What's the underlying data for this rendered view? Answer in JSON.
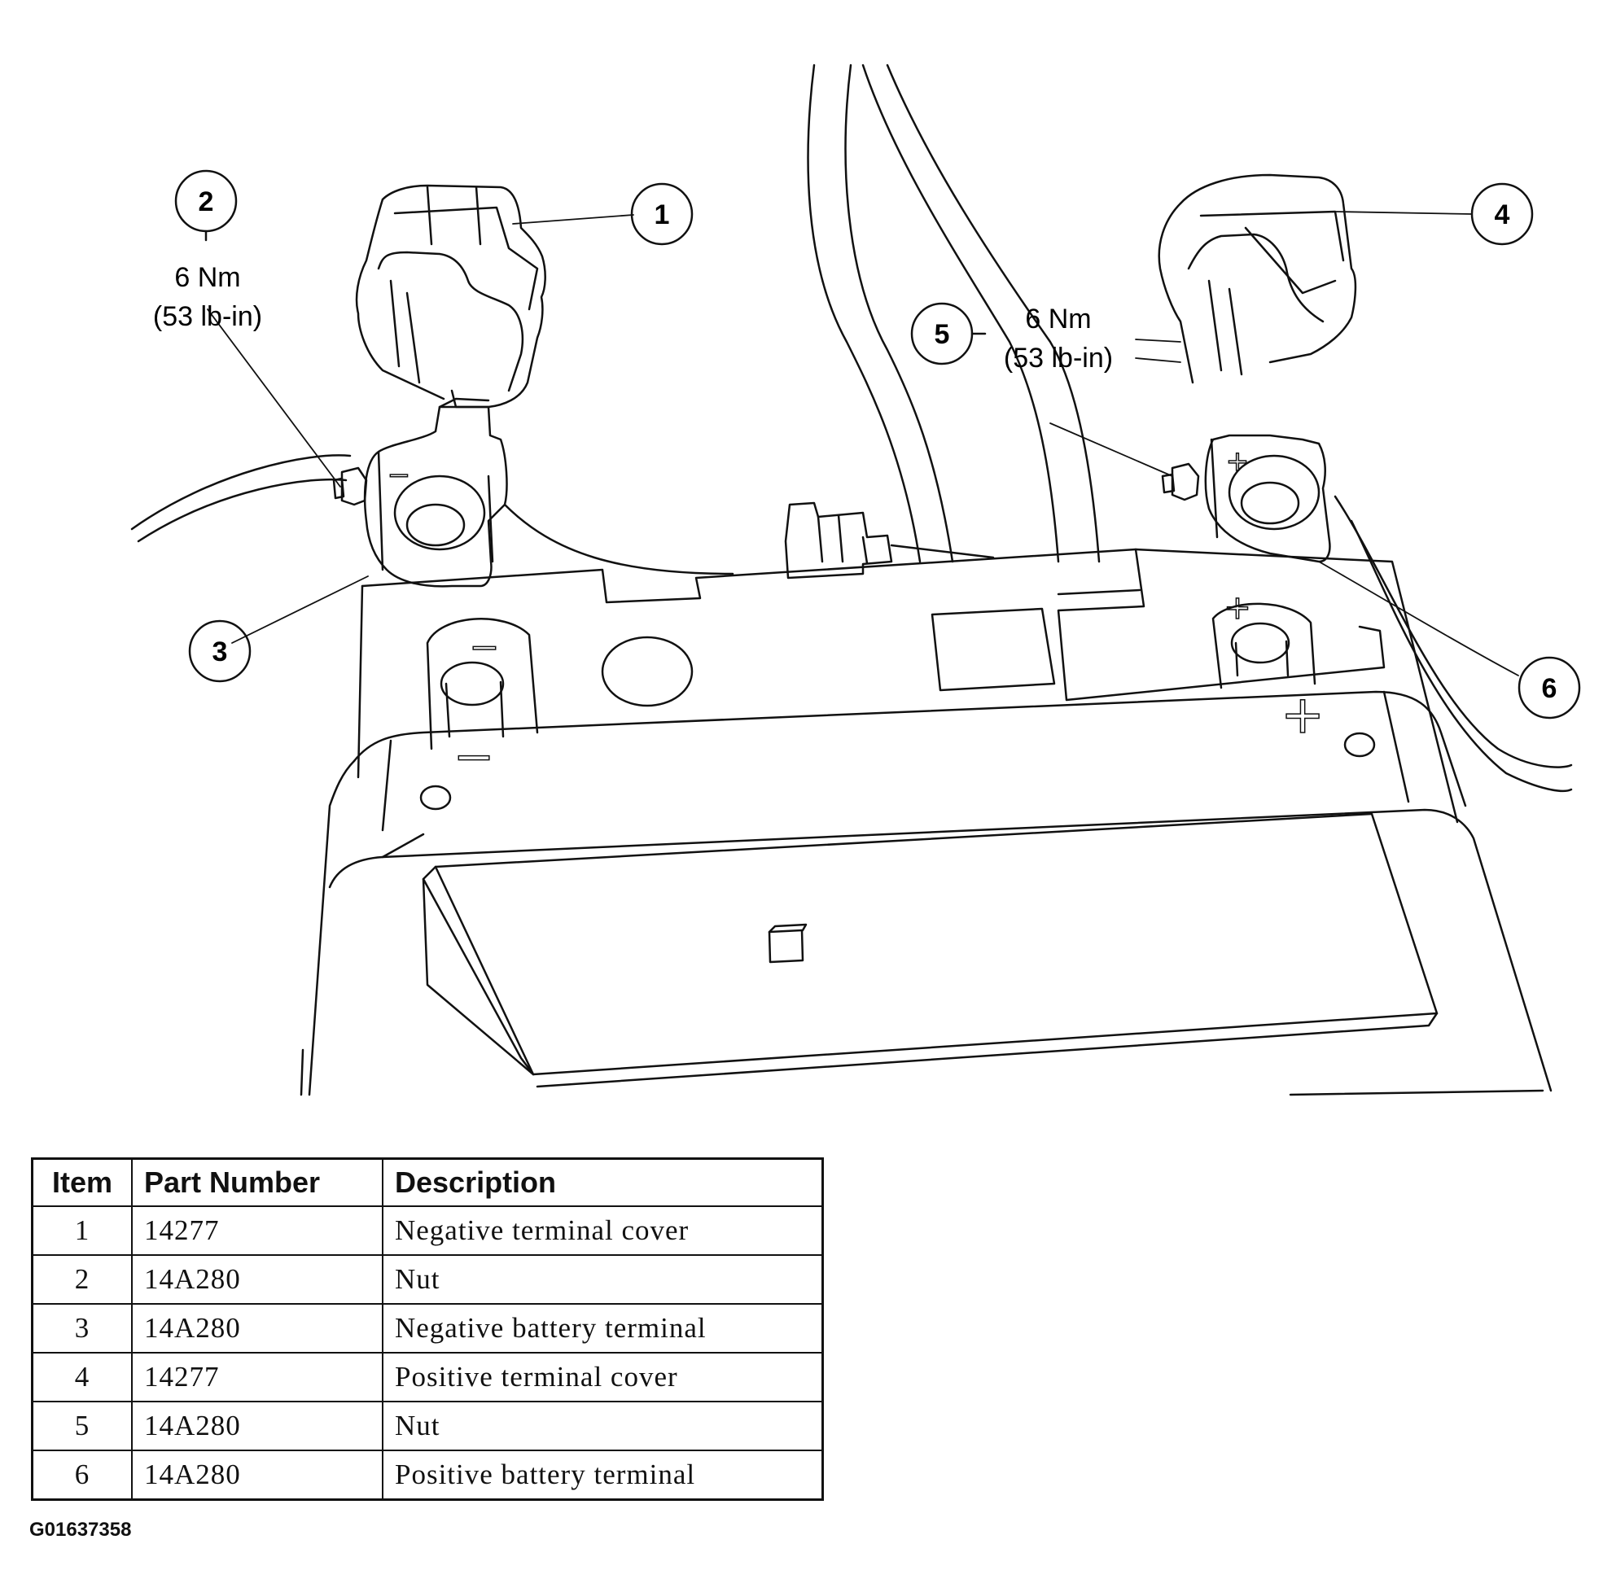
{
  "callouts": {
    "c1": "1",
    "c2": "2",
    "c3": "3",
    "c4": "4",
    "c5": "5",
    "c6": "6"
  },
  "torque_left": {
    "line1": "6 Nm",
    "line2": "(53 lb-in)"
  },
  "torque_right": {
    "line1": "6 Nm",
    "line2": "(53 lb-in)"
  },
  "terminal_marks": {
    "negative": "−",
    "positive": "+"
  },
  "table": {
    "headers": {
      "item": "Item",
      "part_number": "Part Number",
      "description": "Description"
    },
    "rows": [
      {
        "item": "1",
        "part_number": "14277",
        "description": "Negative terminal cover"
      },
      {
        "item": "2",
        "part_number": "14A280",
        "description": "Nut"
      },
      {
        "item": "3",
        "part_number": "14A280",
        "description": "Negative battery terminal"
      },
      {
        "item": "4",
        "part_number": "14277",
        "description": "Positive terminal cover"
      },
      {
        "item": "5",
        "part_number": "14A280",
        "description": "Nut"
      },
      {
        "item": "6",
        "part_number": "14A280",
        "description": "Positive battery terminal"
      }
    ]
  },
  "figure_id": "G01637358"
}
